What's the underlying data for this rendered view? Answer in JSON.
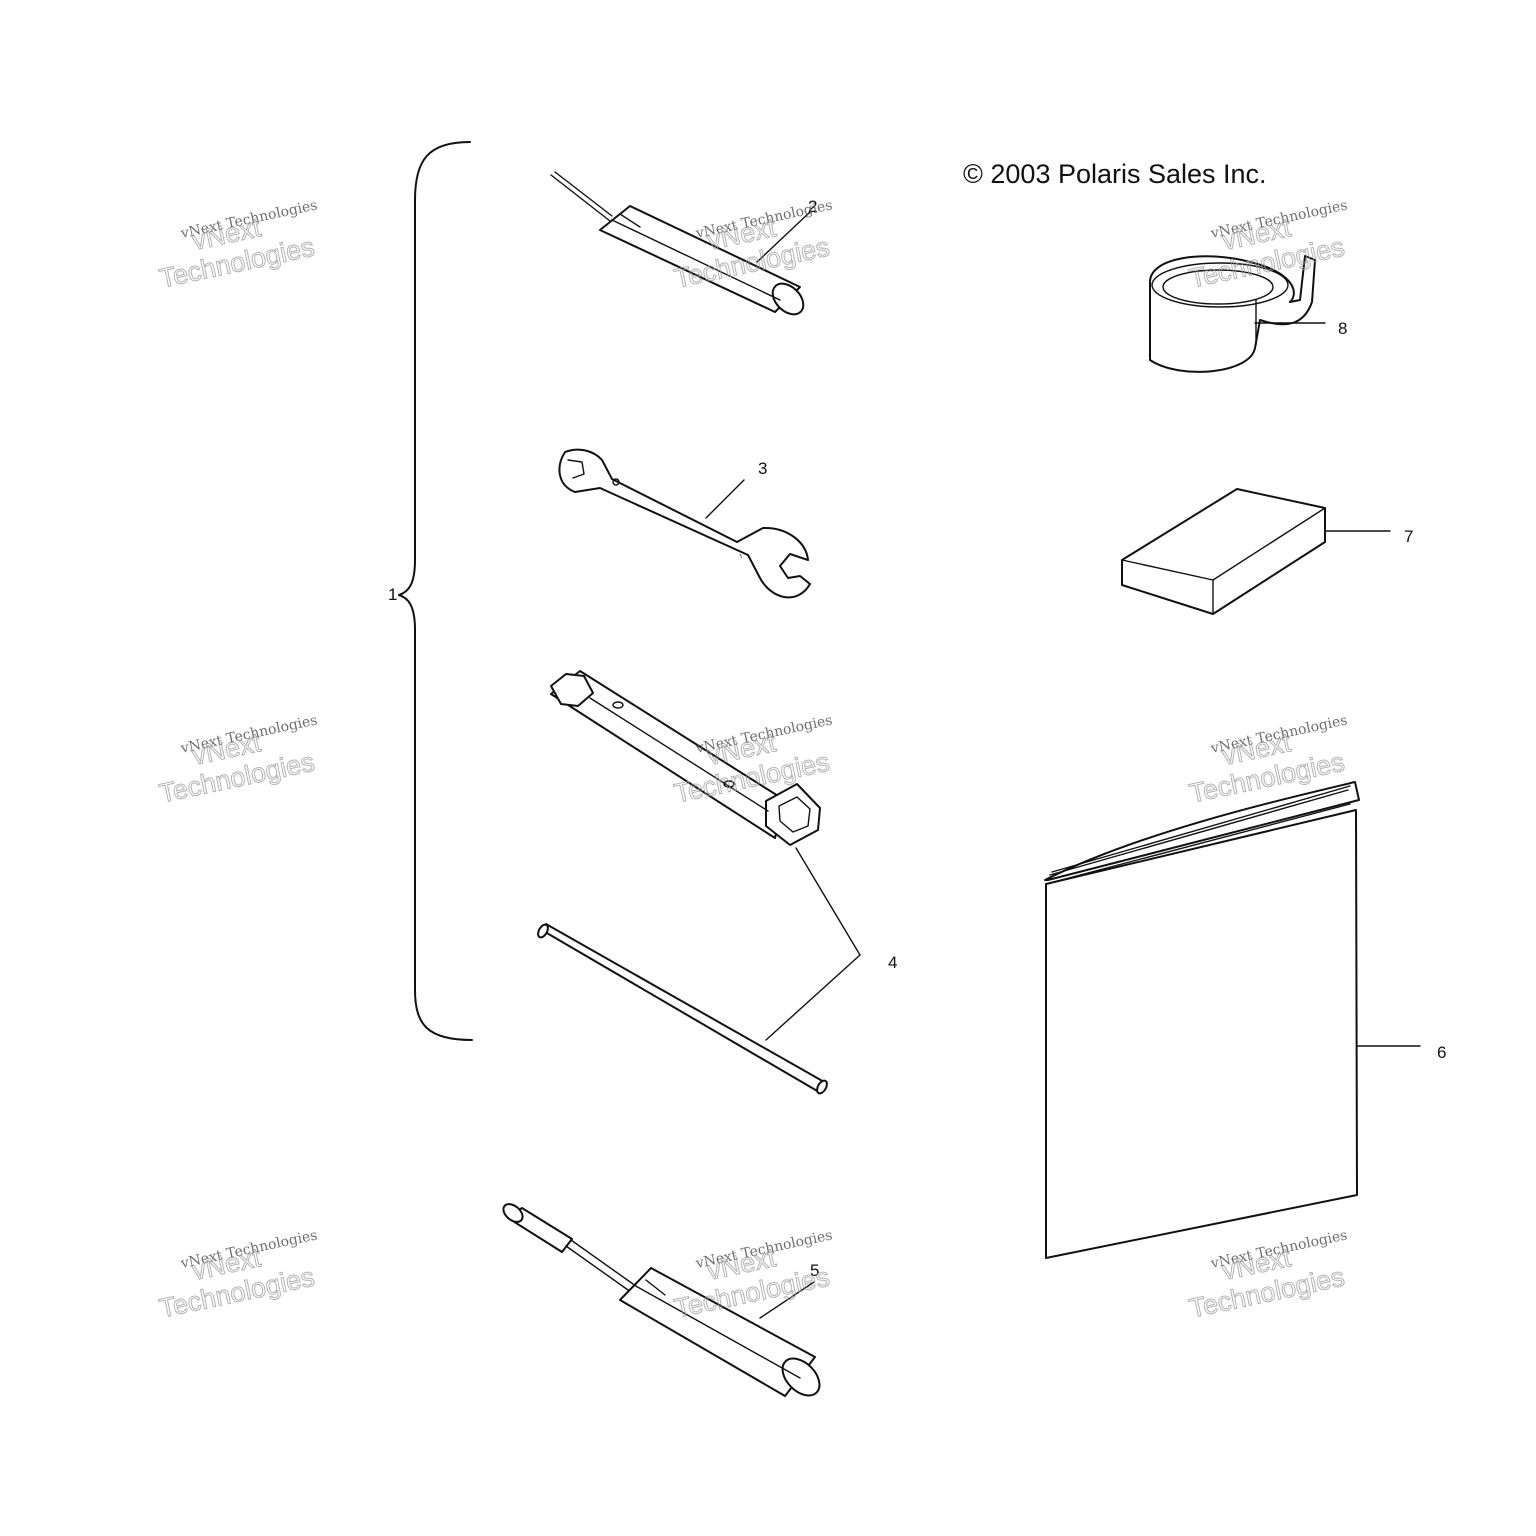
{
  "copyright": "© 2003 Polaris Sales Inc.",
  "callouts": {
    "c1": "1",
    "c2": "2",
    "c3": "3",
    "c4": "4",
    "c5": "5",
    "c6": "6",
    "c7": "7",
    "c8": "8"
  },
  "watermark": {
    "line1": "vNext Technologies",
    "line2": "vNext\nTechnologies"
  }
}
